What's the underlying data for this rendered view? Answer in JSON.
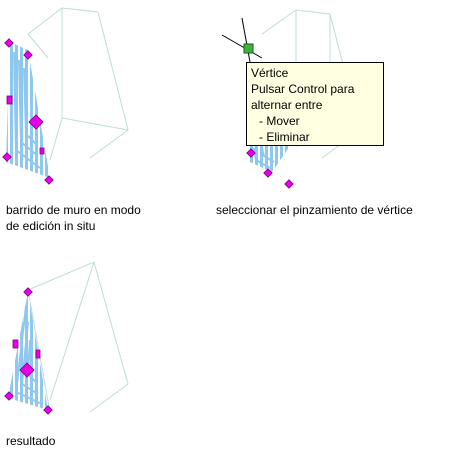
{
  "captions": {
    "step1_line1": "barrido de muro en modo",
    "step1_line2": "de edición in situ",
    "step2": "seleccionar el pinzamiento de vértice",
    "step3": "resultado"
  },
  "tooltip": {
    "title": "Vértice",
    "line2": "Pulsar Control para",
    "line3": "alternar entre",
    "option1": "- Mover",
    "option2": "- Eliminar"
  },
  "colors": {
    "wireframe": "#c0dcd8",
    "hatch": "#8ec8f0",
    "grip": "#e800e8",
    "grip_selected": "#3cb43c",
    "tooltip_bg": "#ffffe1"
  }
}
